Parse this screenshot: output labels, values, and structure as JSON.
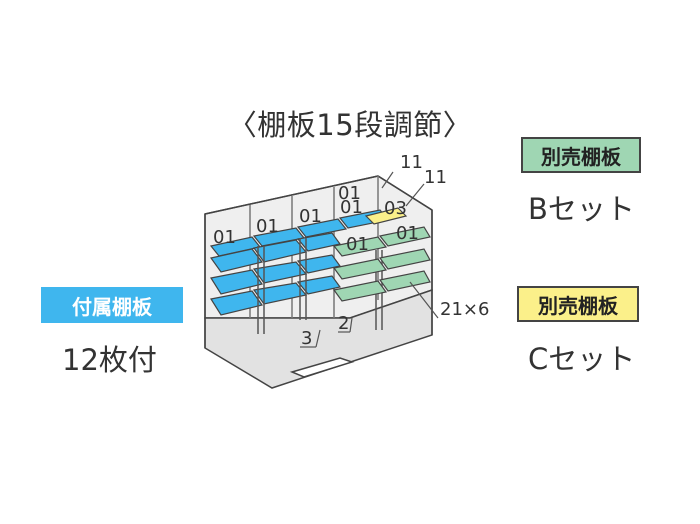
{
  "diagram": {
    "title": "〈棚板15段調節〉",
    "attached_badge": "付属棚板",
    "attached_caption": "12枚付",
    "set_b_badge": "別売棚板",
    "set_b_caption": "Bセット",
    "set_c_badge": "別売棚板",
    "set_c_caption": "Cセット",
    "labels": {
      "top_01": [
        "01",
        "01",
        "01",
        "01",
        "01"
      ],
      "mid_01": "01",
      "right_01": "01",
      "top_11_a": "11",
      "top_11_b": "11",
      "yellow_03": "03",
      "bottom_3": "3",
      "bottom_2": "2",
      "right_21x6": "21×6"
    },
    "colors": {
      "attached_shelf": "#3fb6ee",
      "set_b_shelf": "#9fd6b3",
      "set_c_shelf": "#fbf08a",
      "frame": "#444444",
      "panel": "#e6e6e6"
    }
  }
}
